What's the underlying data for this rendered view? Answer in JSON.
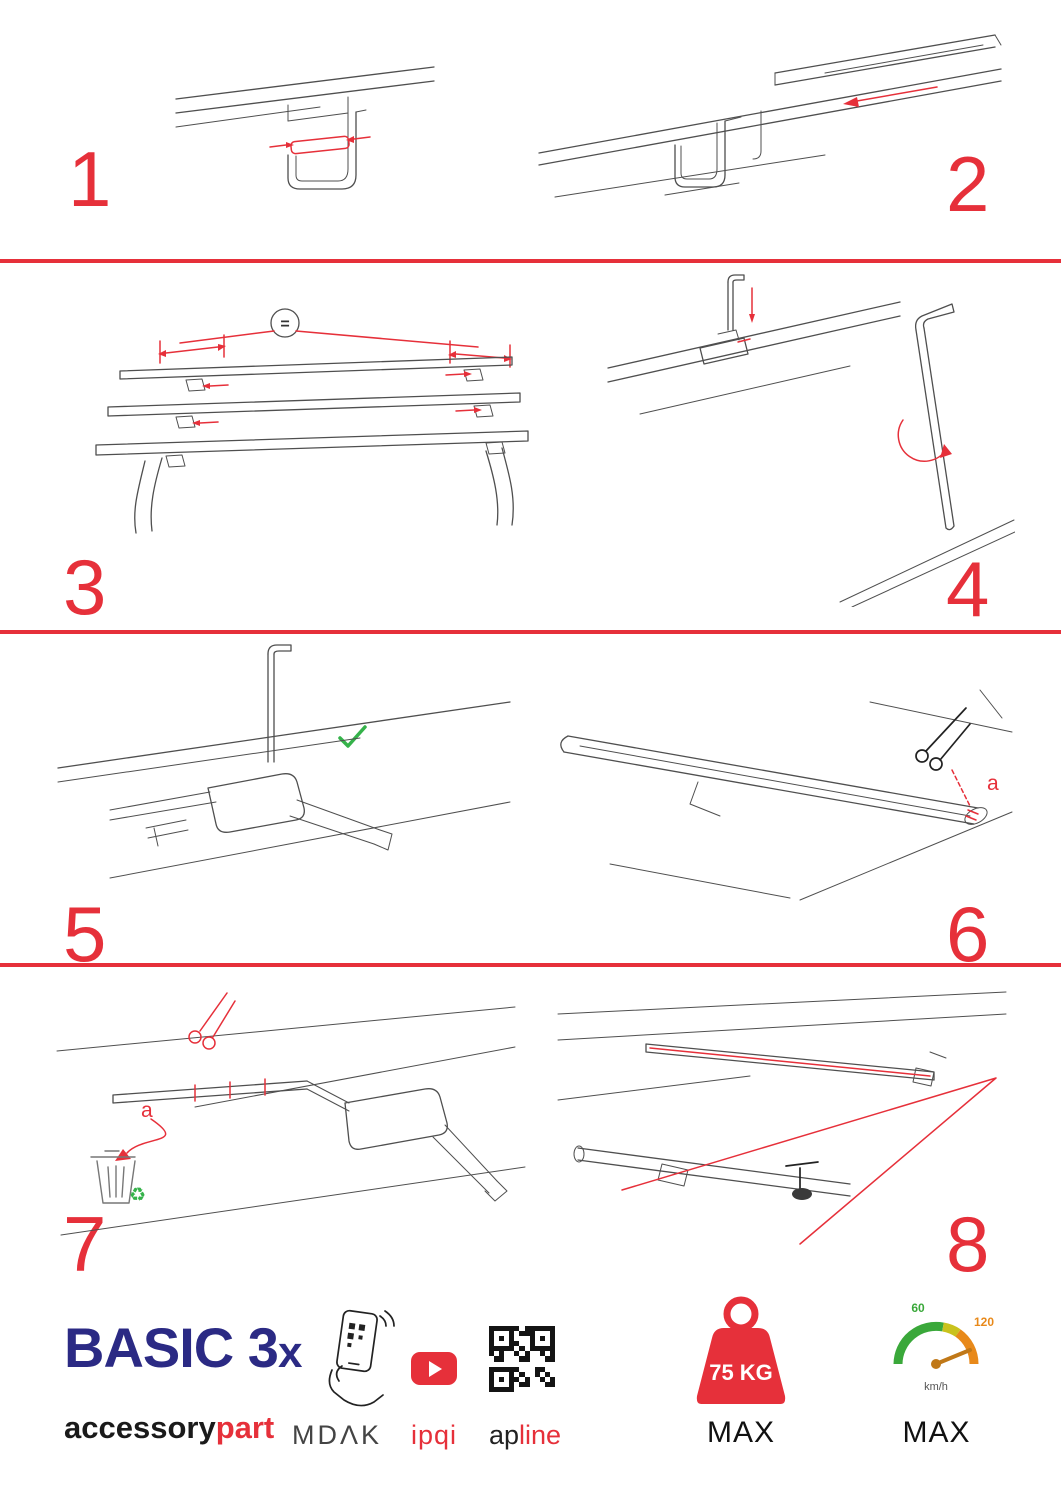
{
  "page": {
    "accent": "#e6303a",
    "line_color": "#4f4f4f",
    "background": "#ffffff"
  },
  "steps": [
    {
      "number": "1"
    },
    {
      "number": "2"
    },
    {
      "number": "3"
    },
    {
      "number": "4"
    },
    {
      "number": "5"
    },
    {
      "number": "6"
    },
    {
      "number": "7"
    },
    {
      "number": "8"
    }
  ],
  "annotations": {
    "equal": "=",
    "a_step6": "a",
    "a_step7": "a",
    "recycle": "♻"
  },
  "footer": {
    "product_main": "BASIC 3",
    "product_suffix": "x",
    "brand_black": "accessory",
    "brand_red": "part",
    "logo_mdak": "MDΛK",
    "logo_ipqi": "ipqi",
    "logo_ap_black": "ap",
    "logo_ap_red": "line",
    "weight_value": "75 KG",
    "weight_max": "MAX",
    "speed_low": "60",
    "speed_high": "120",
    "speed_unit": "km/h",
    "speed_max": "MAX"
  }
}
